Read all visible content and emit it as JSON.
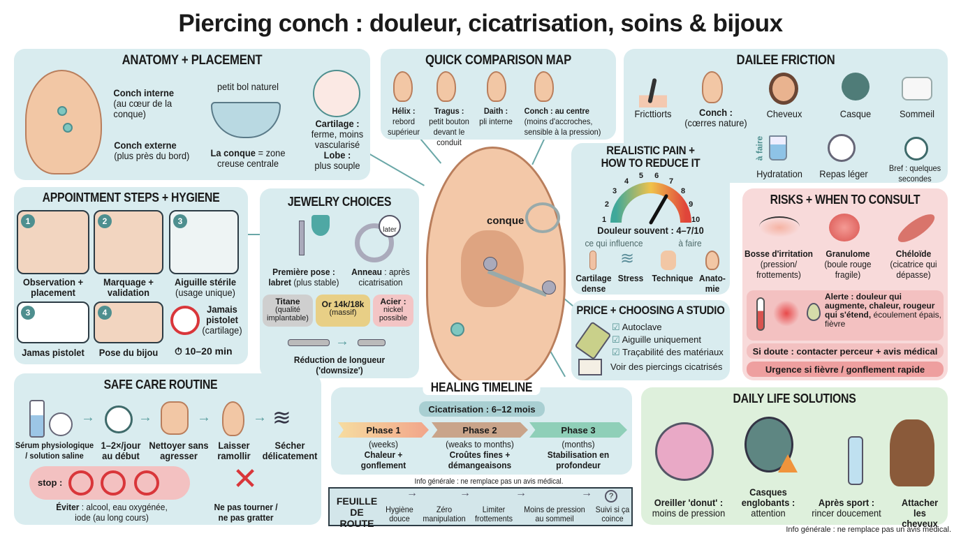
{
  "title": "Piercing conch : douleur, cicatrisation, soins & bijoux",
  "anatomy": {
    "title": "ANATOMY + PLACEMENT",
    "inner_label": "Conch interne",
    "inner_desc": "(au cœur de la conque)",
    "outer_label": "Conch externe",
    "outer_desc": "(plus près du bord)",
    "bowl_caption": "petit bol naturel",
    "conque_bold": "La conque",
    "conque_rest": "= zone creuse centrale",
    "cartilage_label": "Cartilage :",
    "cartilage_desc": "ferme, moins vascularisé",
    "lobe_label": "Lobe :",
    "lobe_desc": "plus souple"
  },
  "comparison": {
    "title": "QUICK COMPARISON MAP",
    "items": [
      {
        "label": "Hélix :",
        "desc": "rebord supérieur"
      },
      {
        "label": "Tragus :",
        "desc": "petit bouton devant le conduit"
      },
      {
        "label": "Daith :",
        "desc": "pli interne"
      },
      {
        "label": "Conch : au centre",
        "desc": "(moins d'accroches, sensible à la pression)"
      }
    ]
  },
  "friction": {
    "title": "DAILEE FRICTION",
    "items": [
      {
        "label": "Fricttiorts"
      },
      {
        "label": "Conch :",
        "desc": "(cœrres nature)"
      },
      {
        "label": "Cheveux"
      },
      {
        "label": "Casque"
      },
      {
        "label": "Sommeil"
      }
    ],
    "a_faire": "à faire",
    "todo": [
      {
        "label": "Hydratation"
      },
      {
        "label": "Repas léger"
      },
      {
        "label": "Bref : quelques secondes"
      }
    ]
  },
  "pain": {
    "title": "REALISTIC PAIN + HOW TO REDUCE IT",
    "scale": [
      "1",
      "2",
      "3",
      "4",
      "5",
      "6",
      "7",
      "8",
      "9",
      "10"
    ],
    "needle_value": 7,
    "summary": "Douleur souvent : 4–7/10",
    "influence_label": "ce qui influence",
    "todo_label": "à faire",
    "factors": [
      "Cartilage dense",
      "Stress",
      "Technique",
      "Anato-mie"
    ]
  },
  "risks": {
    "title": "RISKS + WHEN TO CONSULT",
    "items": [
      {
        "label": "Bosse d'irritation",
        "desc": "(pression/ frottements)"
      },
      {
        "label": "Granulome",
        "desc": "(boule rouge fragile)"
      },
      {
        "label": "Chéloïde",
        "desc": "(cicatrice qui dépasse)"
      }
    ],
    "alert_bold": "Alerte : douleur qui augmente, chaleur, rougeur qui s'étend,",
    "alert_rest": "écoulement épais, fièvre",
    "doubt": "Si doute : contacter perceur + avis médical",
    "urgent": "Urgence si fièvre / gonflement rapide"
  },
  "price": {
    "title": "PRICE + CHOOSING A STUDIO",
    "checks": [
      "Autoclave",
      "Aiguille uniquement",
      "Traçabilité des matériaux"
    ],
    "photos": "Voir des piercings cicatrisés"
  },
  "appointment": {
    "title": "APPOINTMENT STEPS + HYGIENE",
    "steps": [
      {
        "n": "1",
        "label": "Observation + placement"
      },
      {
        "n": "2",
        "label": "Marquage + validation"
      },
      {
        "n": "3",
        "label": "Aiguille stérile",
        "desc": "(usage unique)"
      },
      {
        "n": "3",
        "label": "Jamas pistolet"
      },
      {
        "n": "4",
        "label": "Pose du bijou"
      }
    ],
    "no_gun_label": "Jamais pistolet",
    "no_gun_desc": "(cartilage)",
    "duration": "10–20 min"
  },
  "jewelry": {
    "title": "JEWELRY CHOICES",
    "labret_bold": "Première pose : labret",
    "labret_rest": "(plus stable)",
    "ring_bold": "Anneau",
    "ring_rest": ": après cicatrisation",
    "later": "later",
    "materials": [
      {
        "label": "Titane",
        "desc": "(qualité implantable)",
        "color": "#cfcfcf"
      },
      {
        "label": "Or 14k/18k",
        "desc": "(massif)",
        "color": "#e8cf86"
      },
      {
        "label": "Acier :",
        "desc": "nickel possible",
        "color": "#f3c5c5"
      }
    ],
    "downsize": "Réduction de longueur ('downsize')"
  },
  "center": {
    "conque": "conque"
  },
  "care": {
    "title": "SAFE CARE ROUTINE",
    "steps": [
      "Sérum physiologique / solution saline",
      "1–2×/jour au début",
      "Nettoyer sans agresser",
      "Laisser ramollir",
      "Sécher délicatement"
    ],
    "stop": "stop :",
    "avoid_bold": "Éviter",
    "avoid_rest": ": alcool, eau oxygénée, iode (au long cours)",
    "no_touch": "Ne pas tourner / ne pas gratter"
  },
  "healing": {
    "title": "HEALING TIMELINE",
    "duration": "Cicatrisation : 6–12 mois",
    "phases": [
      {
        "name": "Phase 1",
        "time": "(weeks)",
        "desc": "Chaleur + gonflement",
        "color": "#f2a58a"
      },
      {
        "name": "Phase 2",
        "time": "(weaks to months)",
        "desc": "Croûtes fines + démangeaisons",
        "color": "#c9a48a"
      },
      {
        "name": "Phase 3",
        "time": "(months)",
        "desc": "Stabilisation en profondeur",
        "color": "#8fcfb8"
      }
    ]
  },
  "roadmap": {
    "note": "Info générale : ne remplace pas un avis médical.",
    "title": "FEUILLE DE ROUTE",
    "steps": [
      "Hygiène douce",
      "Zéro manipulation",
      "Limiter frottements",
      "Moins de pression au sommeil",
      "Suivi si ça coince"
    ]
  },
  "daily": {
    "title": "DAILY LIFE SOLUTIONS",
    "items": [
      {
        "bold": "Oreiller 'donut' :",
        "rest": "moins de pression"
      },
      {
        "bold": "Casques englobants :",
        "rest": "attention"
      },
      {
        "bold": "Après sport :",
        "rest": "rincer doucement"
      },
      {
        "bold": "Attacher les cheveux",
        "rest": ""
      }
    ]
  },
  "footer": "Info générale : ne remplace pas un avis médical.",
  "colors": {
    "panel_blue": "#d9ecef",
    "panel_pink": "#f8dada",
    "panel_green": "#def0dc",
    "accent_teal": "#4e8f8f"
  }
}
